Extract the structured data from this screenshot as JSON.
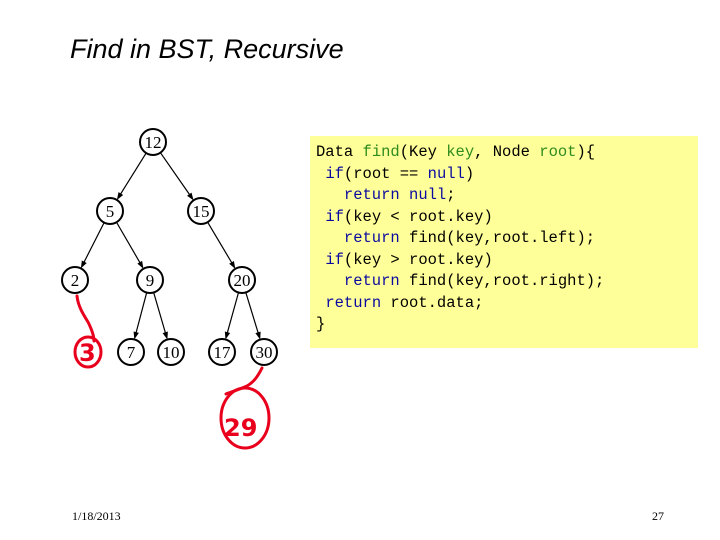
{
  "slide": {
    "title": "Find in BST, Recursive",
    "date": "1/18/2013",
    "page_number": "27"
  },
  "tree": {
    "nodes": [
      {
        "id": "n12",
        "label": "12"
      },
      {
        "id": "n5",
        "label": "5"
      },
      {
        "id": "n15",
        "label": "15"
      },
      {
        "id": "n2",
        "label": "2"
      },
      {
        "id": "n9",
        "label": "9"
      },
      {
        "id": "n20",
        "label": "20"
      },
      {
        "id": "n7",
        "label": "7"
      },
      {
        "id": "n10",
        "label": "10"
      },
      {
        "id": "n17",
        "label": "17"
      },
      {
        "id": "n30",
        "label": "30"
      }
    ],
    "edges": [
      [
        "n12",
        "n5"
      ],
      [
        "n12",
        "n15"
      ],
      [
        "n5",
        "n2"
      ],
      [
        "n5",
        "n9"
      ],
      [
        "n15",
        "n20"
      ],
      [
        "n9",
        "n7"
      ],
      [
        "n9",
        "n10"
      ],
      [
        "n20",
        "n17"
      ],
      [
        "n20",
        "n30"
      ]
    ],
    "handwritten": [
      {
        "id": "h3",
        "label": "3",
        "parent": "n2"
      },
      {
        "id": "h29",
        "label": "29",
        "parent": "n30"
      }
    ],
    "colors": {
      "node_stroke": "#000000",
      "handwriting": "#e8001c"
    }
  },
  "code": {
    "background": "#ffff99",
    "keyword_color": "#0a0aa0",
    "identifier_color": "#2e8b1e",
    "lines": [
      [
        {
          "t": "Data ",
          "c": ""
        },
        {
          "t": "find",
          "c": "gr"
        },
        {
          "t": "(Key ",
          "c": ""
        },
        {
          "t": "key",
          "c": "gr"
        },
        {
          "t": ", Node ",
          "c": ""
        },
        {
          "t": "root",
          "c": "gr"
        },
        {
          "t": "){",
          "c": ""
        }
      ],
      [
        {
          "t": " ",
          "c": ""
        },
        {
          "t": "if",
          "c": "kw"
        },
        {
          "t": "(root == ",
          "c": ""
        },
        {
          "t": "null",
          "c": "kw"
        },
        {
          "t": ")",
          "c": ""
        }
      ],
      [
        {
          "t": "   ",
          "c": ""
        },
        {
          "t": "return",
          "c": "kw"
        },
        {
          "t": " ",
          "c": ""
        },
        {
          "t": "null",
          "c": "kw"
        },
        {
          "t": ";",
          "c": ""
        }
      ],
      [
        {
          "t": " ",
          "c": ""
        },
        {
          "t": "if",
          "c": "kw"
        },
        {
          "t": "(key < root.key)",
          "c": ""
        }
      ],
      [
        {
          "t": "   ",
          "c": ""
        },
        {
          "t": "return",
          "c": "kw"
        },
        {
          "t": " find(key,root.left);",
          "c": ""
        }
      ],
      [
        {
          "t": " ",
          "c": ""
        },
        {
          "t": "if",
          "c": "kw"
        },
        {
          "t": "(key > root.key)",
          "c": ""
        }
      ],
      [
        {
          "t": "   ",
          "c": ""
        },
        {
          "t": "return",
          "c": "kw"
        },
        {
          "t": " find(key,root.right);",
          "c": ""
        }
      ],
      [
        {
          "t": " ",
          "c": ""
        },
        {
          "t": "return",
          "c": "kw"
        },
        {
          "t": " root.data;",
          "c": ""
        }
      ],
      [
        {
          "t": "}",
          "c": ""
        }
      ]
    ]
  }
}
